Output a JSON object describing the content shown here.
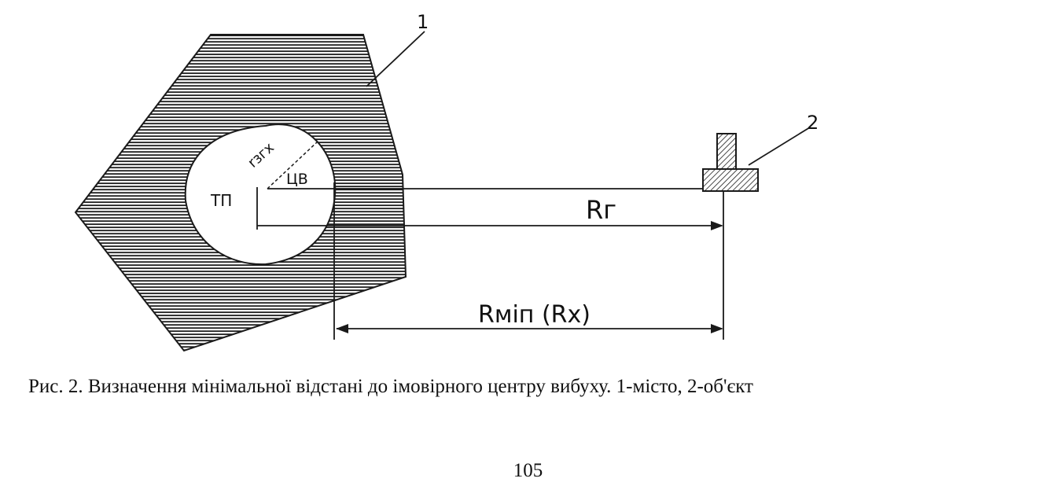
{
  "diagram": {
    "labels": {
      "city_number": "1",
      "object_number": "2",
      "tp": "ТП",
      "cv": "ЦВ",
      "r_zgx": "rзгх",
      "r_g": "Rг",
      "r_min": "Rміп (Rх)"
    }
  },
  "caption": "Рис. 2. Визначення мінімальної відстані до імовірного центру вибуху. 1-місто, 2-об'єкт",
  "page_number": "105"
}
